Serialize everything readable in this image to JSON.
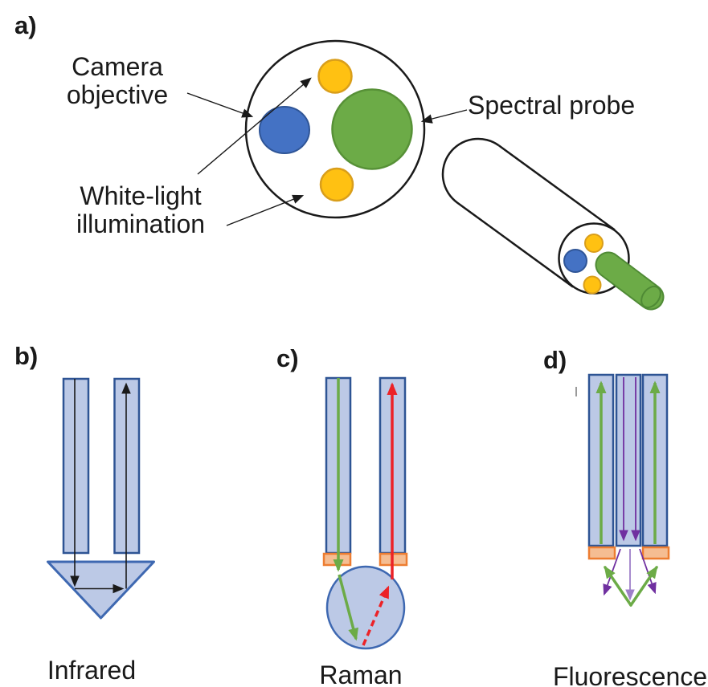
{
  "figure": {
    "panels": {
      "a": {
        "letter": "a)",
        "camera_objective_label": "Camera\nobjective",
        "white_light_label": "White-light\nillumination",
        "spectral_probe_label": "Spectral probe"
      },
      "b": {
        "letter": "b)",
        "caption": "Infrared"
      },
      "c": {
        "letter": "c)",
        "caption": "Raman"
      },
      "d": {
        "letter": "d)",
        "caption": "Fluorescence"
      }
    },
    "palette": {
      "camera_objective_blue": "#4472C4",
      "spectral_probe_green": "#6CAB47",
      "white_light_yellow": "#FFC112",
      "fiber_fill": "#BCC9E6",
      "fiber_border": "#2E5494",
      "lens_border": "#3E68B1",
      "filter_fill": "#F5BD92",
      "filter_border": "#ED7D31",
      "excitation_green": "#6CAB47",
      "raman_red": "#EC2227",
      "fluorescence_purple": "#7030A0",
      "fluorescence_purple_light": "#9E7FC9",
      "outline_black": "#1A1A1A"
    }
  }
}
